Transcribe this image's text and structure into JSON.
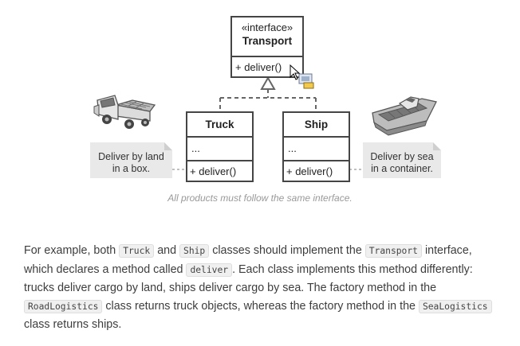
{
  "diagram": {
    "interface": {
      "stereotype": "«interface»",
      "name": "Transport",
      "method": "+ deliver()"
    },
    "classes": [
      {
        "name": "Truck",
        "fields": "...",
        "method": "+ deliver()"
      },
      {
        "name": "Ship",
        "fields": "...",
        "method": "+ deliver()"
      }
    ],
    "notes": {
      "truck": [
        "Deliver by land",
        "in a box."
      ],
      "ship": [
        "Deliver by sea",
        "in a container."
      ]
    },
    "caption": "All products must follow the same interface."
  },
  "paragraph": {
    "s1": "For example, both ",
    "c1": "Truck",
    "s2": " and ",
    "c2": "Ship",
    "s3": " classes should implement the ",
    "c3": "Transport",
    "s4": " interface, which declares a method called ",
    "c4": "deliver",
    "s5": ". Each class implements this method differently: trucks deliver cargo by land, ships deliver cargo by sea. The factory method in the ",
    "c5": "RoadLogistics",
    "s6": " class returns truck objects, whereas the factory method in the ",
    "c6": "SeaLogistics",
    "s7": " class returns ships."
  },
  "icons": [
    "truck-icon",
    "ship-icon",
    "mouse-cursor-icon",
    "tooltip-icon"
  ],
  "colors": {
    "border": "#454545",
    "note": "#e9e9e9",
    "caption": "#999999",
    "text": "#3d3d3d"
  }
}
